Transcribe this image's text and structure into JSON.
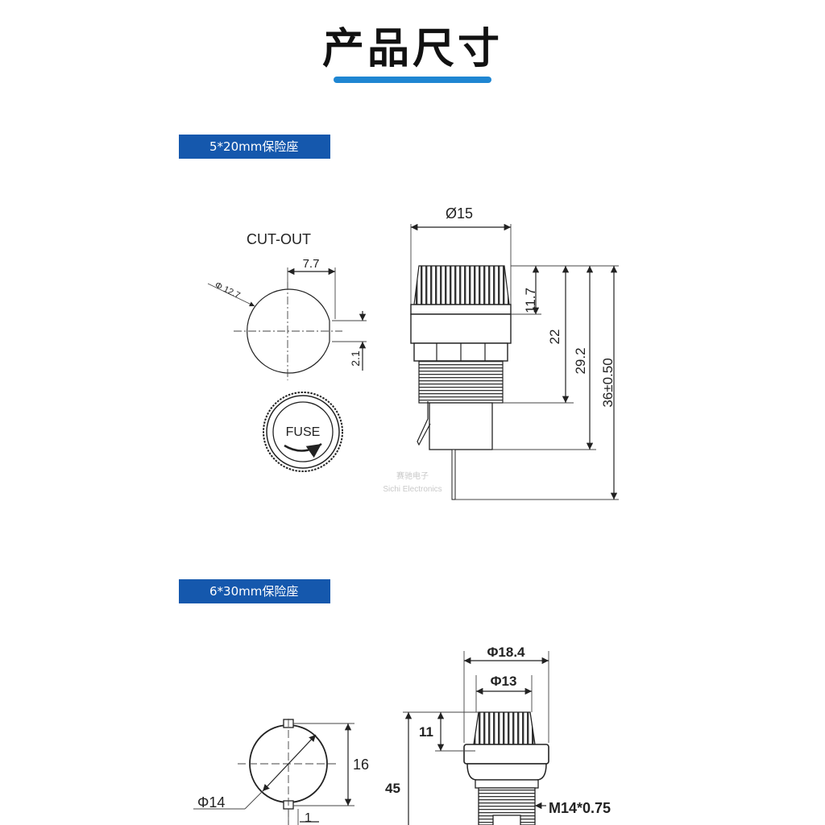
{
  "heading": "产品尺寸",
  "accent_color": "#1f86d2",
  "label_color": "#1558ad",
  "section1": {
    "label": "5*20mm保险座",
    "cutout_title": "CUT-OUT",
    "dim_7_7": "7.7",
    "dim_phi_12_7": "Φ 12.7",
    "dim_2_1": "2.1",
    "cap_text": "FUSE",
    "dim_d15": "Ø15",
    "dim_11_7": "11.7",
    "dim_22": "22",
    "dim_29_2": "29.2",
    "dim_36": "36±0.50",
    "watermark_cn": "赛驰电子",
    "watermark_en": "Sichi Electronics"
  },
  "section2": {
    "label": "6*30mm保险座",
    "dim_phi14": "Φ14",
    "dim_16": "16",
    "dim_1": "1",
    "dim_phi18_4": "Φ18.4",
    "dim_phi13": "Φ13",
    "dim_11": "11",
    "dim_45": "45",
    "dim_m14": "M14*0.75"
  }
}
